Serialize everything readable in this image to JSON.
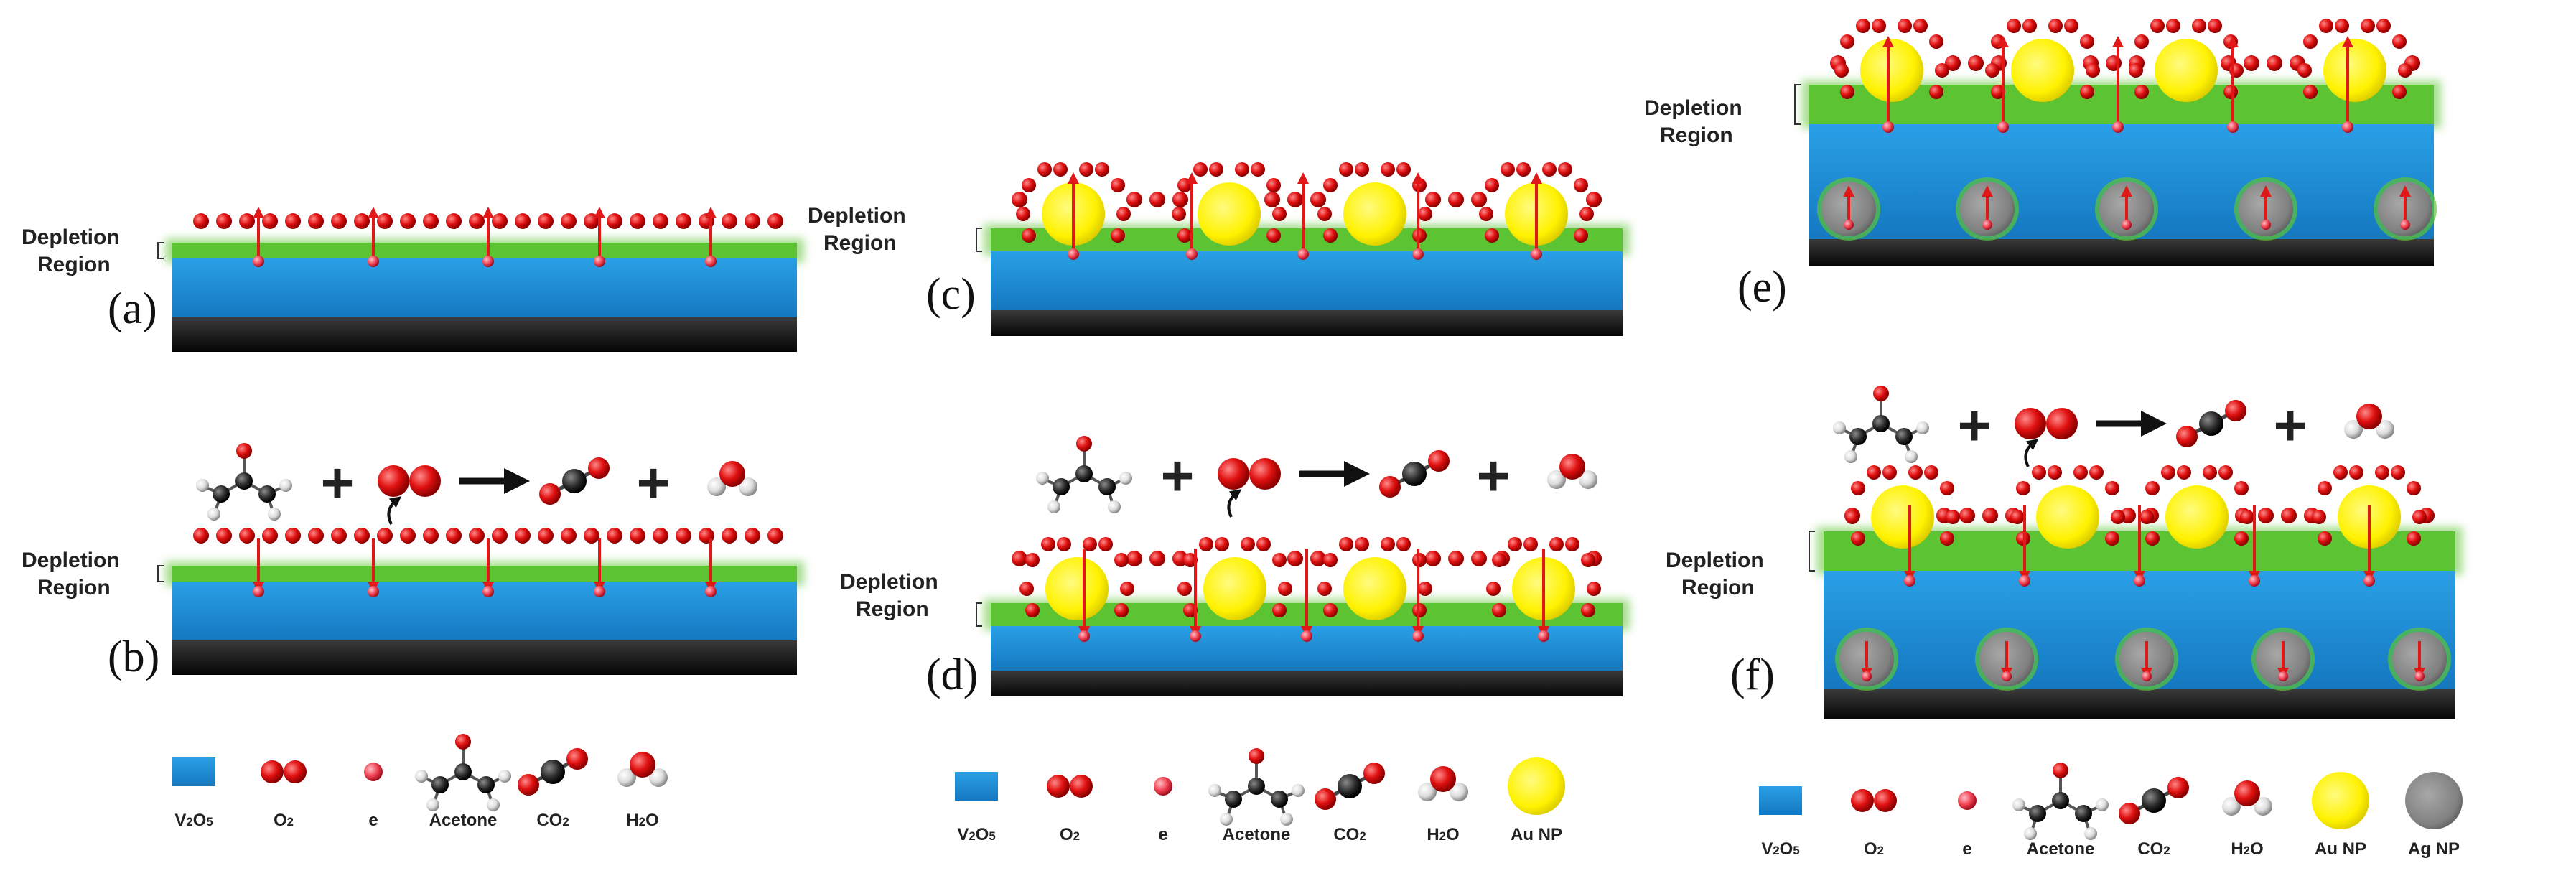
{
  "panels": [
    {
      "id": "a",
      "label": "(a)",
      "region_label": [
        "Depletion",
        "Region"
      ],
      "particles": "none",
      "arrows": "up",
      "reaction": false
    },
    {
      "id": "b",
      "label": "(b)",
      "region_label": [
        "Depletion",
        "Region"
      ],
      "particles": "none",
      "arrows": "down",
      "reaction": true
    },
    {
      "id": "c",
      "label": "(c)",
      "region_label": [
        "Depletion",
        "Region"
      ],
      "particles": "au",
      "arrows": "up",
      "reaction": false
    },
    {
      "id": "d",
      "label": "(d)",
      "region_label": [
        "Depletion",
        "Region"
      ],
      "particles": "au",
      "arrows": "down",
      "reaction": true
    },
    {
      "id": "e",
      "label": "(e)",
      "region_label": [
        "Depletion",
        "Region"
      ],
      "particles": "au_ag",
      "arrows": "up",
      "reaction": false
    },
    {
      "id": "f",
      "label": "(f)",
      "region_label": [
        "Depletion",
        "Region"
      ],
      "particles": "au_ag",
      "arrows": "down",
      "reaction": true
    }
  ],
  "reaction_symbols": {
    "plus": "+",
    "arrow": "→"
  },
  "legends": [
    {
      "id": "legend-1",
      "items": [
        "V2O5",
        "O2",
        "e",
        "Acetone",
        "CO2",
        "H2O"
      ]
    },
    {
      "id": "legend-2",
      "items": [
        "V2O5",
        "O2",
        "e",
        "Acetone",
        "CO2",
        "H2O",
        "Au NP"
      ]
    },
    {
      "id": "legend-3",
      "items": [
        "V2O5",
        "O2",
        "e",
        "Acetone",
        "CO2",
        "H2O",
        "Au NP",
        "Ag NP"
      ]
    }
  ],
  "colors": {
    "v2o5": "#1f8fd6",
    "depletion": "#5cc433",
    "substrate": "#0f0f0f",
    "oxygen": "#e01010",
    "electron": "#f04050",
    "gold": "#fff200",
    "silver": "#808080",
    "carbon": "#2a2a2a",
    "hydrogen": "#dcdcdc",
    "arrow": "#e01818"
  }
}
